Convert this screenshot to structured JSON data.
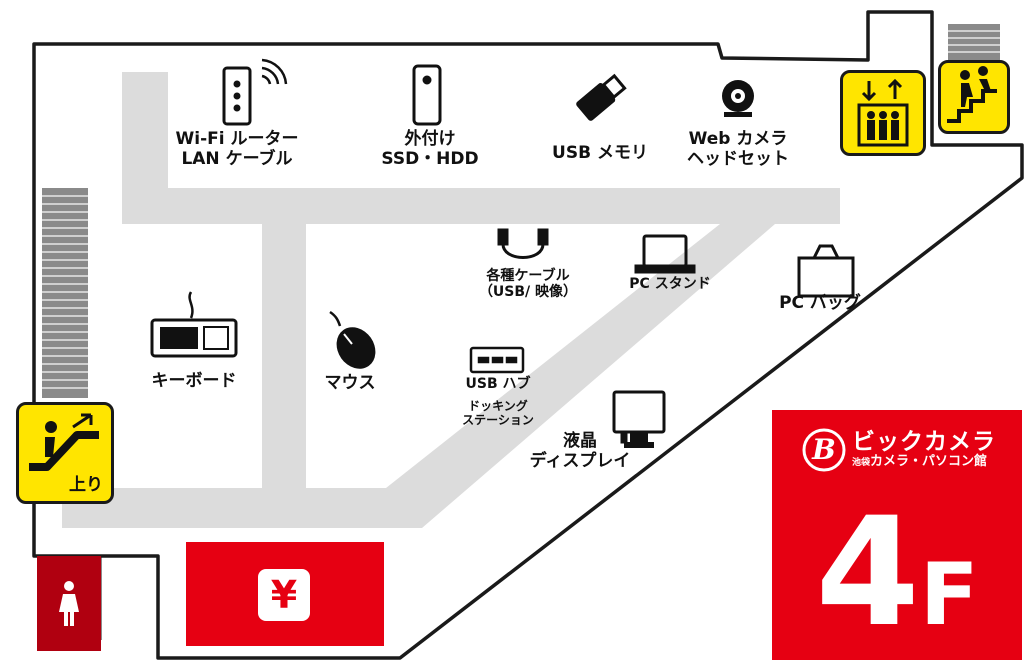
{
  "sections": [
    {
      "id": "wifi",
      "lines": [
        "Wi-Fi ルーター",
        "LAN ケーブル"
      ],
      "icon": "wifi-router-icon"
    },
    {
      "id": "ssd",
      "lines": [
        "外付け",
        "SSD・HDD"
      ],
      "icon": "external-drive-icon"
    },
    {
      "id": "usbmem",
      "lines": [
        "USB メモリ"
      ],
      "icon": "usb-memory-icon"
    },
    {
      "id": "webcam",
      "lines": [
        "Web カメラ",
        "ヘッドセット"
      ],
      "icon": "webcam-icon"
    },
    {
      "id": "cable",
      "lines": [
        "各種ケーブル",
        "（USB/ 映像）"
      ],
      "icon": "cable-icon"
    },
    {
      "id": "pcstand",
      "lines": [
        "PC スタンド"
      ],
      "icon": "laptop-icon"
    },
    {
      "id": "pcbag",
      "lines": [
        "PC バッグ"
      ],
      "icon": "bag-icon"
    },
    {
      "id": "keyboard",
      "lines": [
        "キーボード"
      ],
      "icon": "keyboard-icon"
    },
    {
      "id": "mouse",
      "lines": [
        "マウス"
      ],
      "icon": "mouse-icon"
    },
    {
      "id": "usbhub",
      "lines": [
        "USB ハブ"
      ],
      "icon": "usb-hub-icon"
    },
    {
      "id": "dock",
      "lines": [
        "ドッキング",
        "ステーション"
      ]
    },
    {
      "id": "monitor",
      "lines": [
        "液晶",
        "ディスプレイ"
      ],
      "icon": "monitor-icon"
    }
  ],
  "escalator": {
    "label": "上り",
    "icon": "escalator-up-icon"
  },
  "elevator": {
    "icon": "elevator-icon"
  },
  "stairs": {
    "icon": "stairs-up-icon"
  },
  "restroom": {
    "icon": "woman-icon"
  },
  "cashier": {
    "label": "¥"
  },
  "brand": {
    "name": "ビックカメラ",
    "sub_small": "池袋",
    "sub": "カメラ・パソコン館"
  },
  "floor": {
    "number": "4",
    "suffix": "F"
  },
  "colors": {
    "brand_red": "#e60012",
    "sign_yellow": "#ffe500",
    "aisle_gray": "#dcdcdc",
    "wall": "#1a1a1a",
    "restroom_red": "#b00010"
  }
}
